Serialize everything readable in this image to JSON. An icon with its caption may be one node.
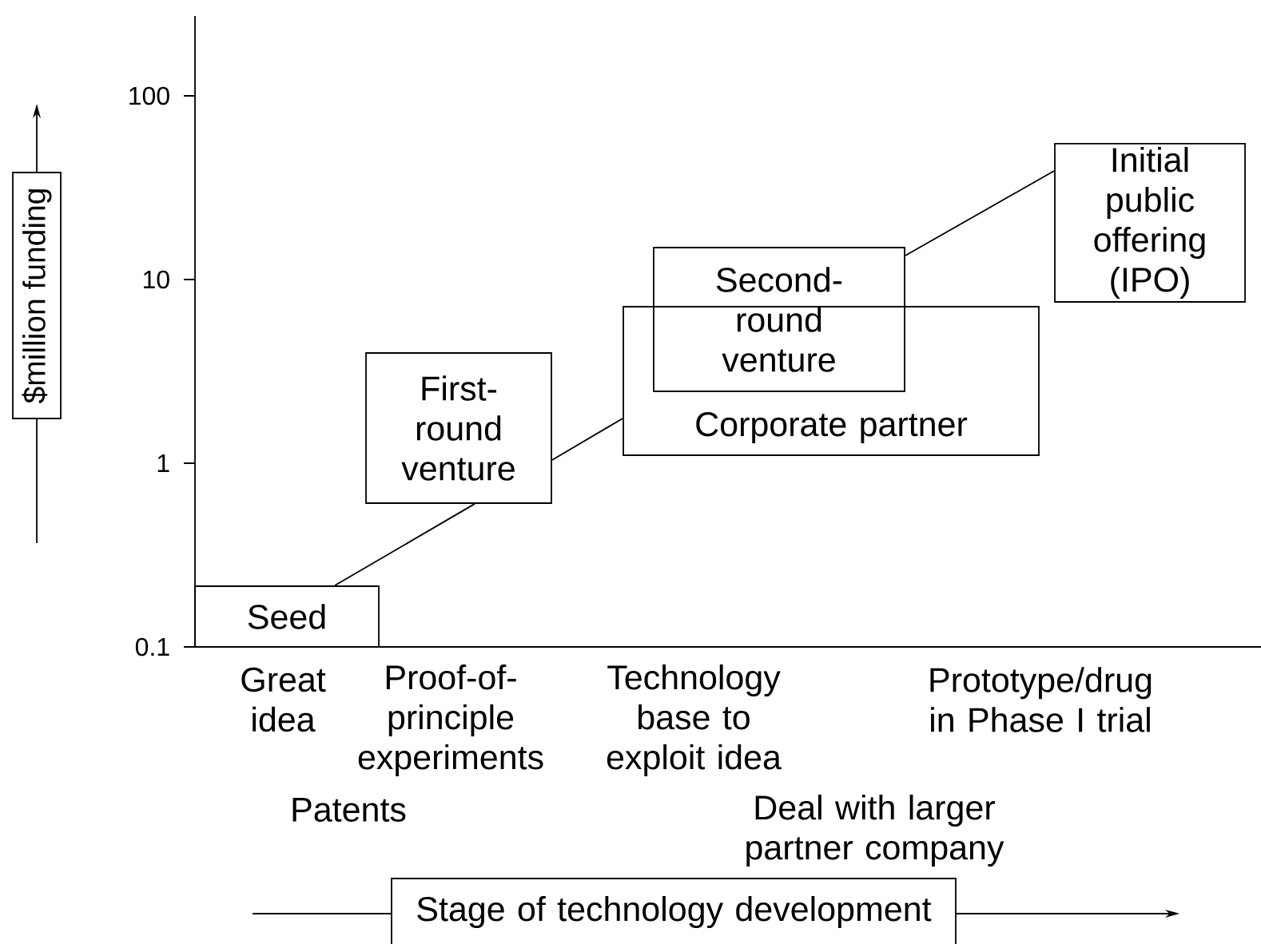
{
  "diagram": {
    "nodes": [
      {
        "text": [
          "$million funding"
        ]
      },
      {
        "text": [
          "Seed"
        ]
      },
      {
        "text": [
          "First-round venture"
        ]
      },
      {
        "text": [
          "Corporate partner"
        ]
      },
      {
        "text": [
          "Second-round venture"
        ]
      },
      {
        "text": [
          "Initial public offering (IPO)"
        ]
      },
      {
        "text": [
          "Stage of technology development"
        ]
      }
    ],
    "edges": [
      {
        "from": 1,
        "to": 2,
        "arrow": "none"
      },
      {
        "from": 2,
        "to": 3,
        "arrow": "none"
      },
      {
        "from": 4,
        "to": 5,
        "arrow": "none"
      }
    ],
    "labels": [
      "100",
      "10",
      "1",
      "0.1",
      "Great idea",
      "Proof-of-principle experiments",
      "Technology base to exploit idea",
      "Prototype/drug in Phase I trial",
      "Patents",
      "Deal with larger partner company"
    ]
  }
}
